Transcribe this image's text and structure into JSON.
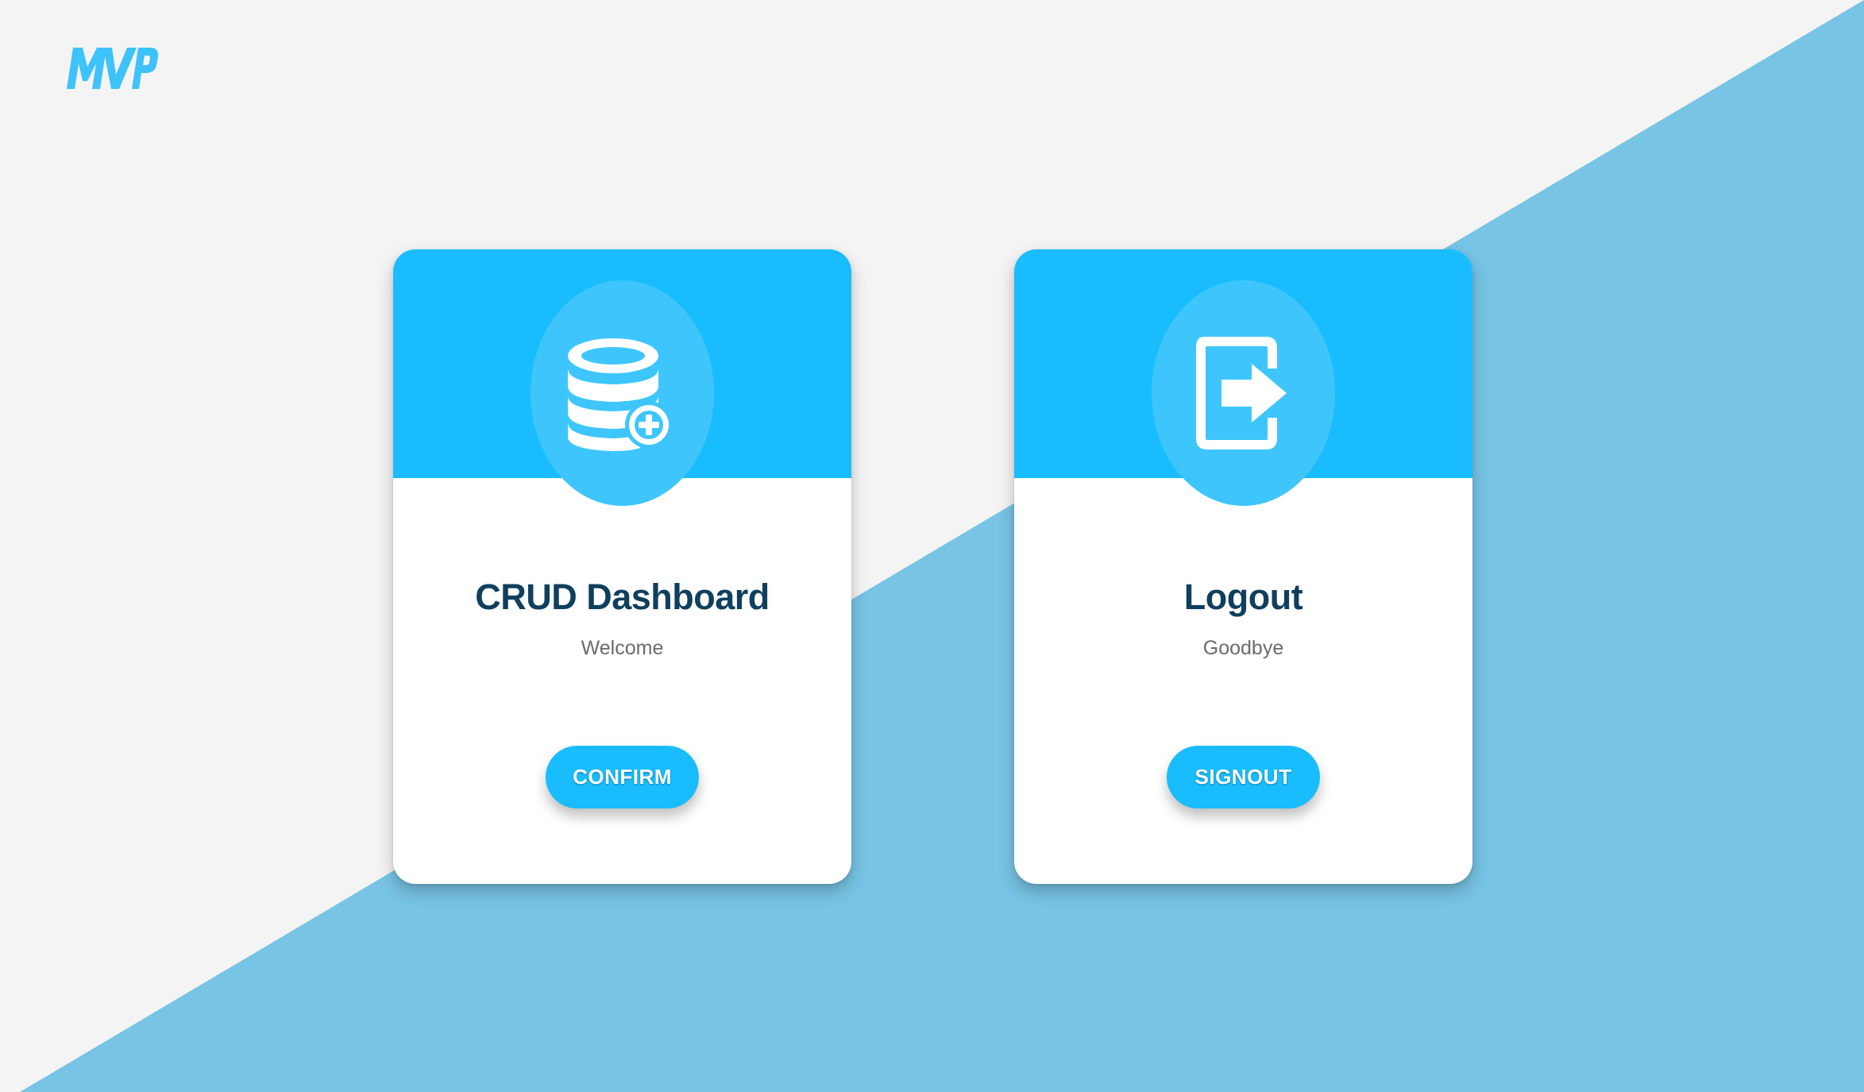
{
  "logo": {
    "text": "MVP",
    "color": "#3dc2fa"
  },
  "background": {
    "top_color": "#f4f4f4",
    "bottom_color": "#77c4e5"
  },
  "cards": [
    {
      "icon": "database-add-icon",
      "title": "CRUD Dashboard",
      "subtitle": "Welcome",
      "button_label": "CONFIRM"
    },
    {
      "icon": "logout-icon",
      "title": "Logout",
      "subtitle": "Goodbye",
      "button_label": "SIGNOUT"
    }
  ],
  "colors": {
    "accent": "#19bdfd",
    "icon_circle": "#3ec6fc",
    "title": "#103f5e",
    "subtitle": "#6a6a6a"
  }
}
